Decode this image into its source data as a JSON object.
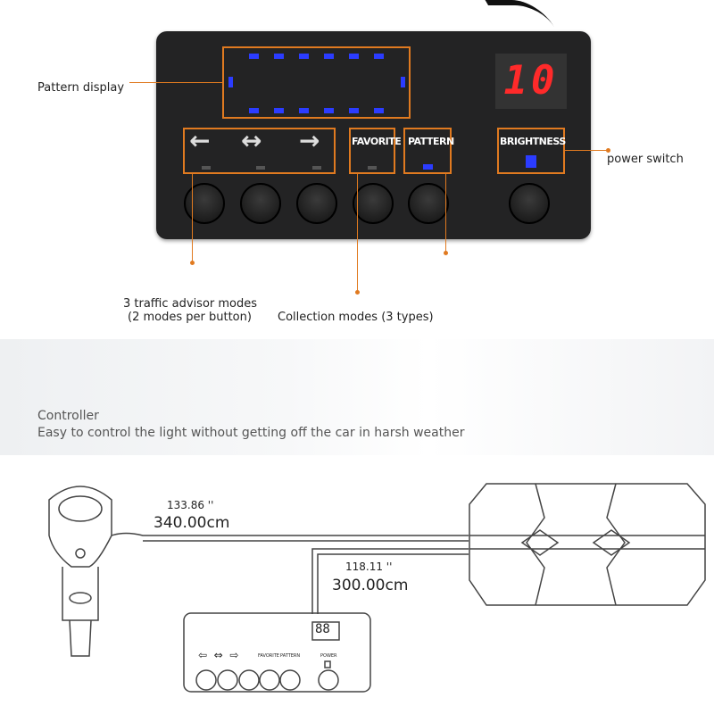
{
  "device": {
    "seven_segment": "10",
    "buttons": {
      "favorite": "FAVORITE",
      "pattern": "PATTERN",
      "brightness": "BRIGHTNESS"
    },
    "arrow_icons": [
      "arrow-left-icon",
      "arrow-both-icon",
      "arrow-right-icon"
    ],
    "colors": {
      "accent": "#e07a20",
      "led_blue": "#2b3cff",
      "segment_red": "#ff2a2a"
    }
  },
  "callouts": {
    "pattern_display": "Pattern display",
    "power_switch": "power switch",
    "traffic_line1": "3 traffic advisor modes",
    "traffic_line2": "(2 modes per button)",
    "collection": "Collection modes (3 types)"
  },
  "section": {
    "title": "Controller",
    "subtitle": "Easy to control the light without getting off the car in harsh weather"
  },
  "diagram": {
    "cable1_in": "133.86 ''",
    "cable1_cm": "340.00cm",
    "cable2_in": "118.11 ''",
    "cable2_cm": "300.00cm",
    "sketch": {
      "favorite": "FAVORITE",
      "pattern": "PATTERN",
      "power": "POWER"
    }
  }
}
